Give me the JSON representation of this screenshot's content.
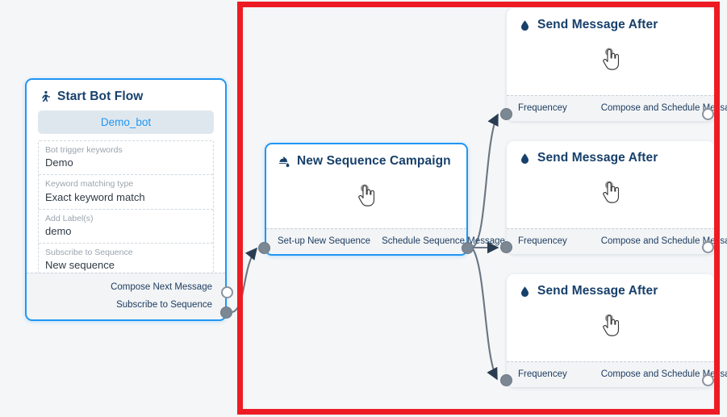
{
  "canvas": {
    "background": "#f4f6f8",
    "highlight_color": "#ed1c24"
  },
  "nodes": {
    "start_bot_flow": {
      "title": "Start Bot Flow",
      "icon": "running-person-icon",
      "bot_pill": "Demo_bot",
      "fields": [
        {
          "label": "Bot trigger keywords",
          "value": "Demo"
        },
        {
          "label": "Keyword matching type",
          "value": "Exact keyword match"
        },
        {
          "label": "Add Label(s)",
          "value": "demo"
        },
        {
          "label": "Subscribe to Sequence",
          "value": "New sequence"
        }
      ],
      "outputs": [
        {
          "label": "Compose Next Message",
          "state": "hollow"
        },
        {
          "label": "Subscribe to Sequence",
          "state": "filled"
        }
      ]
    },
    "new_sequence_campaign": {
      "title": "New Sequence Campaign",
      "icon": "ink-pour-icon",
      "cursor": "hand-pointer-cursor",
      "input_label": "Set-up New Sequence",
      "output_label": "Schedule Sequence Message"
    },
    "send_message_after": [
      {
        "title": "Send Message After",
        "icon": "water-drop-icon",
        "cursor": "hand-pointer-cursor",
        "input_label": "Frequencey",
        "output_label": "Compose and Schedule Message"
      },
      {
        "title": "Send Message After",
        "icon": "water-drop-icon",
        "cursor": "hand-pointer-cursor",
        "input_label": "Frequencey",
        "output_label": "Compose and Schedule Message"
      },
      {
        "title": "Send Message After",
        "icon": "water-drop-icon",
        "cursor": "hand-pointer-cursor",
        "input_label": "Frequencey",
        "output_label": "Compose and Schedule Message"
      }
    ]
  }
}
